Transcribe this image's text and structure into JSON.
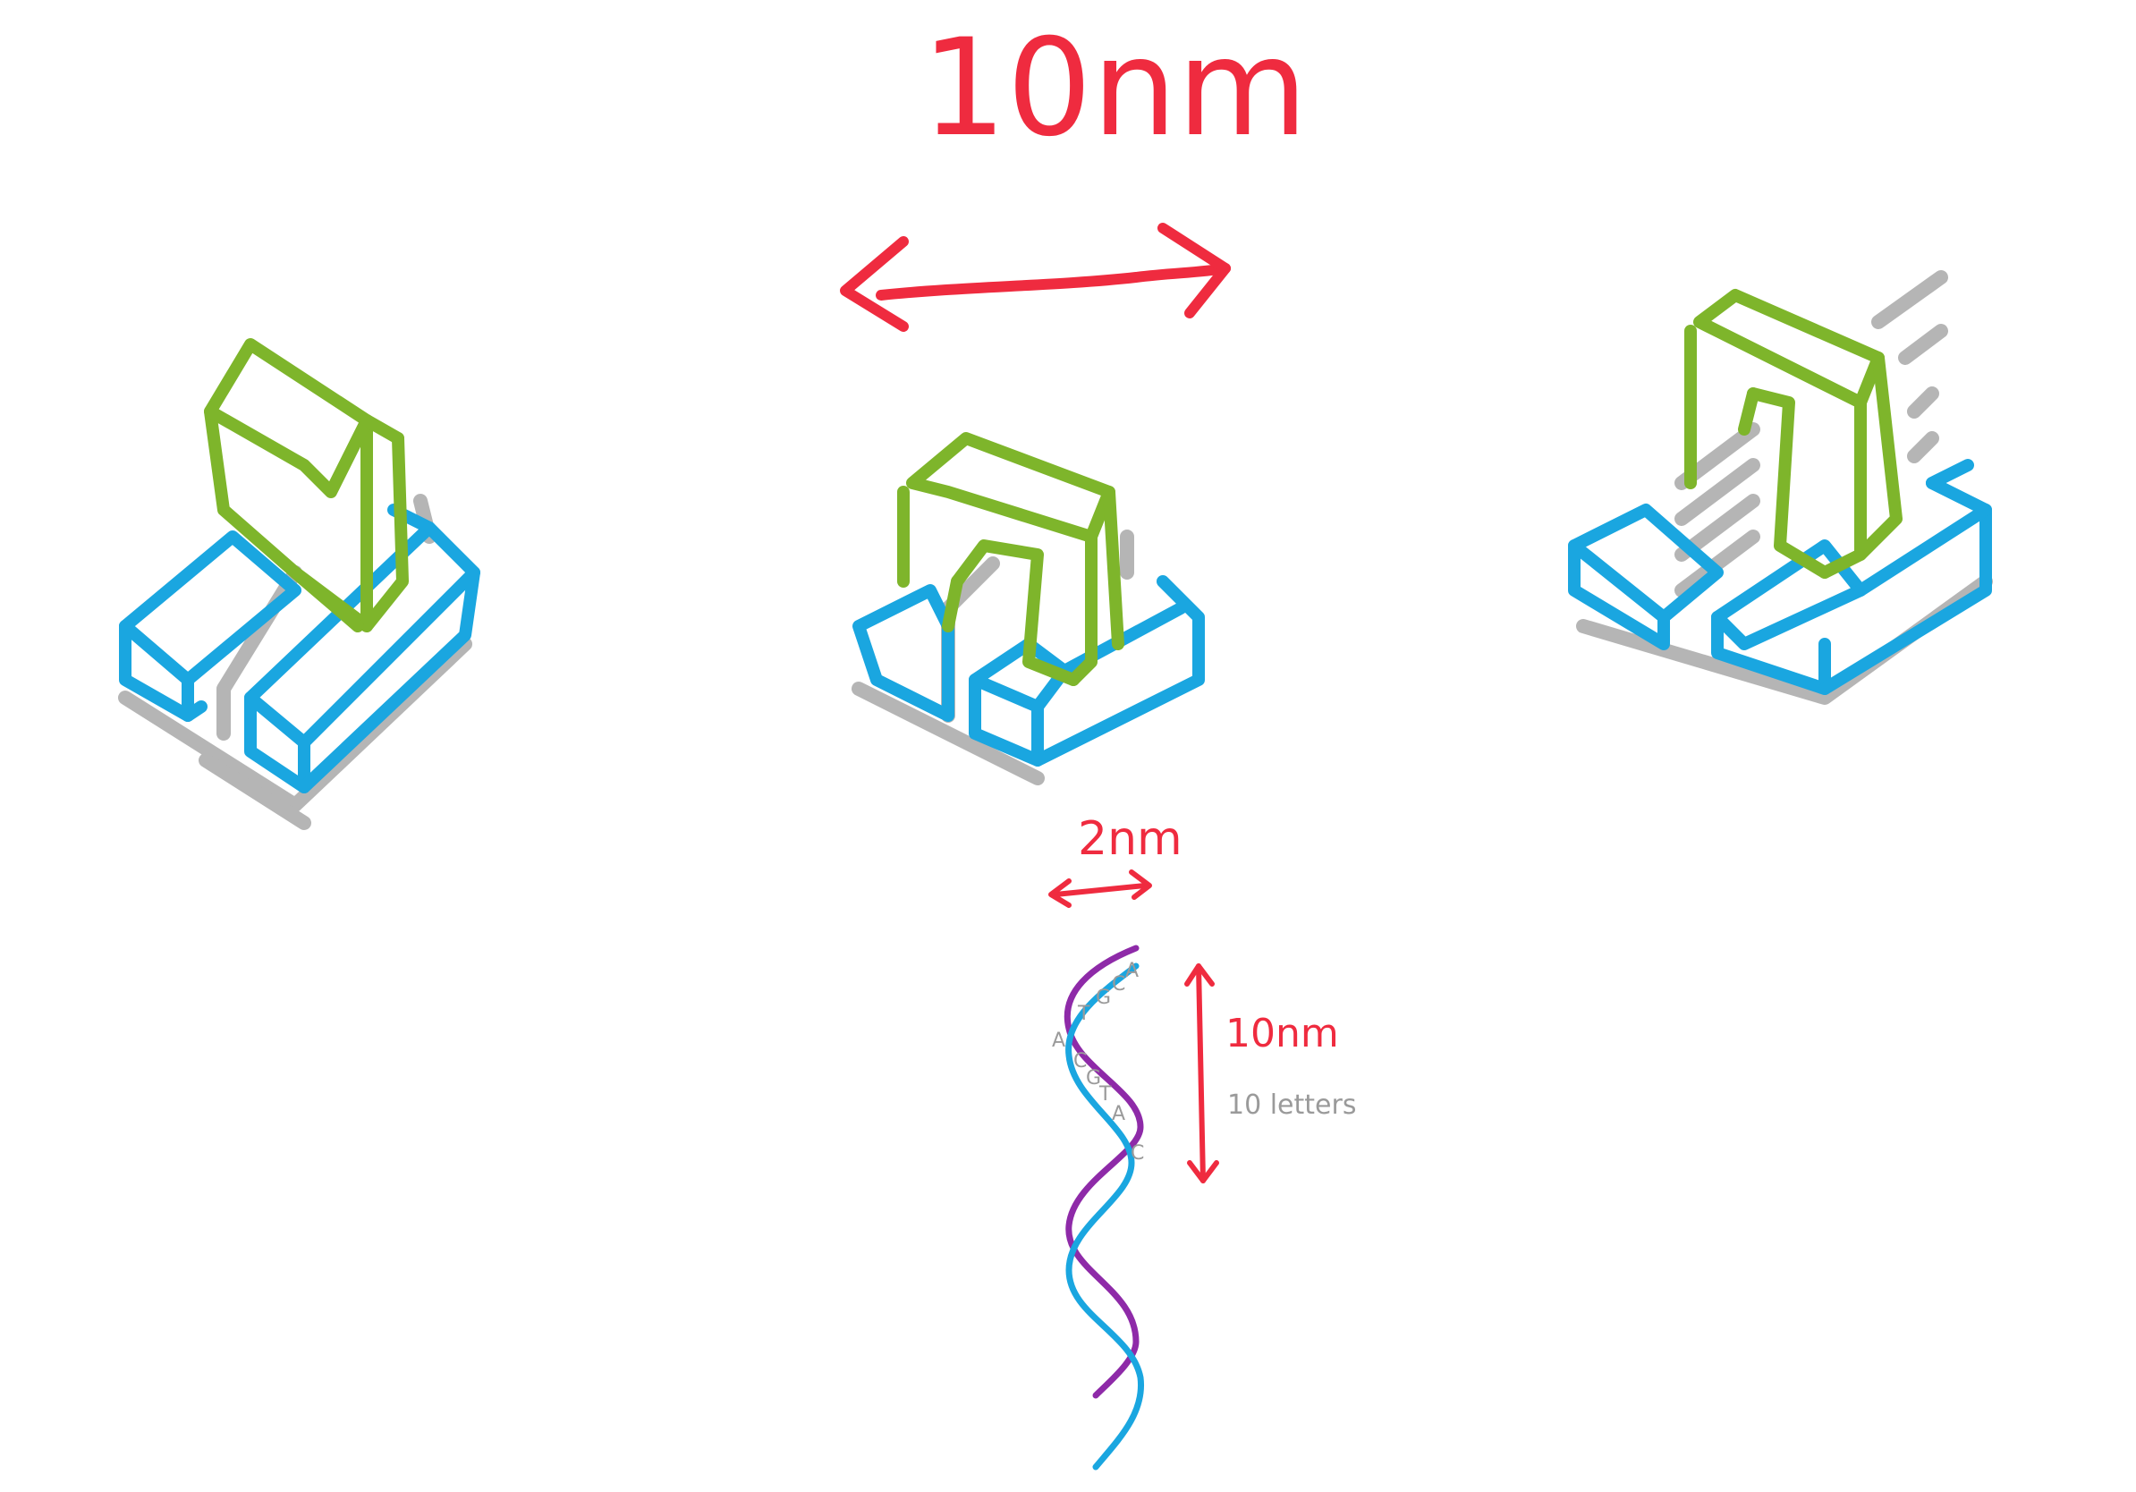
{
  "labels": {
    "top_width": "10nm",
    "dna_width": "2nm",
    "dna_height": "10nm",
    "dna_letters": "10 letters"
  },
  "dna_bases": {
    "top_strand": [
      "T",
      "G",
      "C",
      "A"
    ],
    "left_base": "A",
    "middle_strand": [
      "C",
      "G",
      "T",
      "A"
    ],
    "right_base": "C"
  },
  "colors": {
    "annotation_red": "#ef2b3f",
    "block_blue": "#1aa6e0",
    "block_green": "#7eb52b",
    "shadow_grey": "#b5b5b5",
    "strand_purple": "#8e2aa8",
    "base_letter_grey": "#9a9a9a"
  }
}
